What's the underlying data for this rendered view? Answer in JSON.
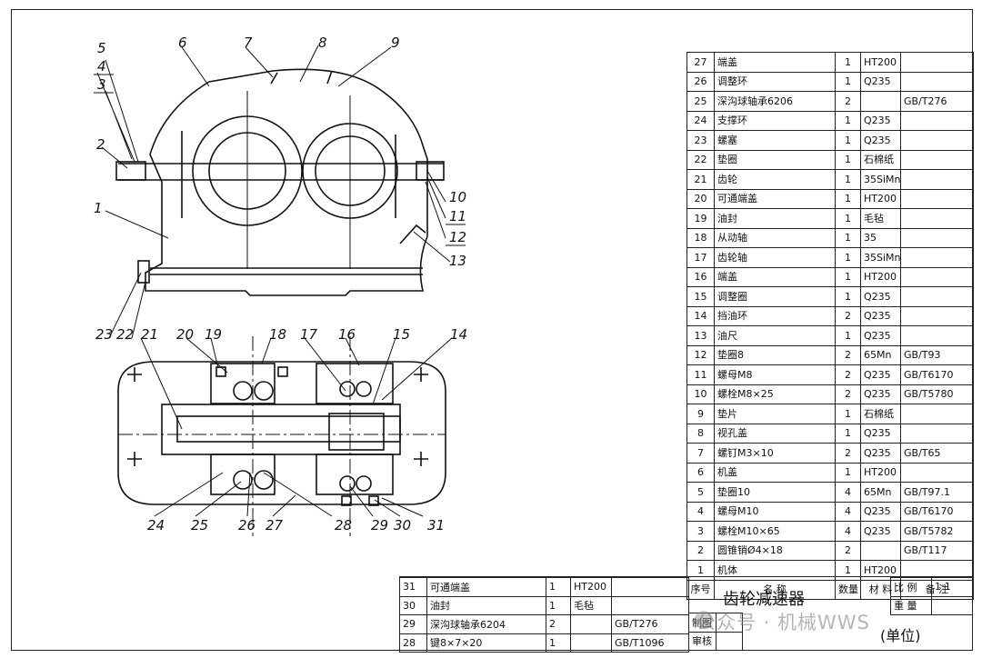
{
  "drawing": {
    "title": "齿轮减速器",
    "unit_label": "(单位)",
    "scale_label": "比 例",
    "scale_value": "1:1",
    "weight_label": "重 量",
    "drawn_label": "制图",
    "checked_label": "审核",
    "watermark": "公众号 · 机械WWS"
  },
  "callouts": [
    "1",
    "2",
    "3",
    "4",
    "5",
    "6",
    "7",
    "8",
    "9",
    "10",
    "11",
    "12",
    "13",
    "14",
    "15",
    "16",
    "17",
    "18",
    "19",
    "20",
    "21",
    "22",
    "23",
    "24",
    "25",
    "26",
    "27",
    "28",
    "29",
    "30",
    "31"
  ],
  "parts_header": {
    "no": "序号",
    "name": "名    称",
    "qty": "数量",
    "material": "材 料",
    "note": "备 注"
  },
  "parts": [
    {
      "no": "27",
      "name": "端盖",
      "qty": "1",
      "material": "HT200",
      "note": ""
    },
    {
      "no": "26",
      "name": "调整环",
      "qty": "1",
      "material": "Q235",
      "note": ""
    },
    {
      "no": "25",
      "name": "深沟球轴承6206",
      "qty": "2",
      "material": "",
      "note": "GB/T276"
    },
    {
      "no": "24",
      "name": "支撑环",
      "qty": "1",
      "material": "Q235",
      "note": ""
    },
    {
      "no": "23",
      "name": "螺塞",
      "qty": "1",
      "material": "Q235",
      "note": ""
    },
    {
      "no": "22",
      "name": "垫圈",
      "qty": "1",
      "material": "石棉纸",
      "note": ""
    },
    {
      "no": "21",
      "name": "齿轮",
      "qty": "1",
      "material": "35SiMn",
      "note": ""
    },
    {
      "no": "20",
      "name": "可通端盖",
      "qty": "1",
      "material": "HT200",
      "note": ""
    },
    {
      "no": "19",
      "name": "油封",
      "qty": "1",
      "material": "毛毡",
      "note": ""
    },
    {
      "no": "18",
      "name": "从动轴",
      "qty": "1",
      "material": "35",
      "note": ""
    },
    {
      "no": "17",
      "name": "齿轮轴",
      "qty": "1",
      "material": "35SiMn",
      "note": ""
    },
    {
      "no": "16",
      "name": "端盖",
      "qty": "1",
      "material": "HT200",
      "note": ""
    },
    {
      "no": "15",
      "name": "调整圈",
      "qty": "1",
      "material": "Q235",
      "note": ""
    },
    {
      "no": "14",
      "name": "挡油环",
      "qty": "2",
      "material": "Q235",
      "note": ""
    },
    {
      "no": "13",
      "name": "油尺",
      "qty": "1",
      "material": "Q235",
      "note": ""
    },
    {
      "no": "12",
      "name": "垫圈8",
      "qty": "2",
      "material": "65Mn",
      "note": "GB/T93"
    },
    {
      "no": "11",
      "name": "螺母M8",
      "qty": "2",
      "material": "Q235",
      "note": "GB/T6170"
    },
    {
      "no": "10",
      "name": "螺栓M8×25",
      "qty": "2",
      "material": "Q235",
      "note": "GB/T5780"
    },
    {
      "no": "9",
      "name": "垫片",
      "qty": "1",
      "material": "石棉纸",
      "note": ""
    },
    {
      "no": "8",
      "name": "视孔盖",
      "qty": "1",
      "material": "Q235",
      "note": ""
    },
    {
      "no": "7",
      "name": "螺钉M3×10",
      "qty": "2",
      "material": "Q235",
      "note": "GB/T65"
    },
    {
      "no": "6",
      "name": "机盖",
      "qty": "1",
      "material": "HT200",
      "note": ""
    },
    {
      "no": "5",
      "name": "垫圈10",
      "qty": "4",
      "material": "65Mn",
      "note": "GB/T97.1"
    },
    {
      "no": "4",
      "name": "螺母M10",
      "qty": "4",
      "material": "Q235",
      "note": "GB/T6170"
    },
    {
      "no": "3",
      "name": "螺栓M10×65",
      "qty": "4",
      "material": "Q235",
      "note": "GB/T5782"
    },
    {
      "no": "2",
      "name": "圆锥销Ø4×18",
      "qty": "2",
      "material": "",
      "note": "GB/T117"
    },
    {
      "no": "1",
      "name": "机体",
      "qty": "1",
      "material": "HT200",
      "note": ""
    }
  ],
  "parts_bottom": [
    {
      "no": "31",
      "name": "可通端盖",
      "qty": "1",
      "material": "HT200",
      "note": ""
    },
    {
      "no": "30",
      "name": "油封",
      "qty": "1",
      "material": "毛毡",
      "note": ""
    },
    {
      "no": "29",
      "name": "深沟球轴承6204",
      "qty": "2",
      "material": "",
      "note": "GB/T276"
    },
    {
      "no": "28",
      "name": "键8×7×20",
      "qty": "1",
      "material": "",
      "note": "GB/T1096"
    }
  ]
}
